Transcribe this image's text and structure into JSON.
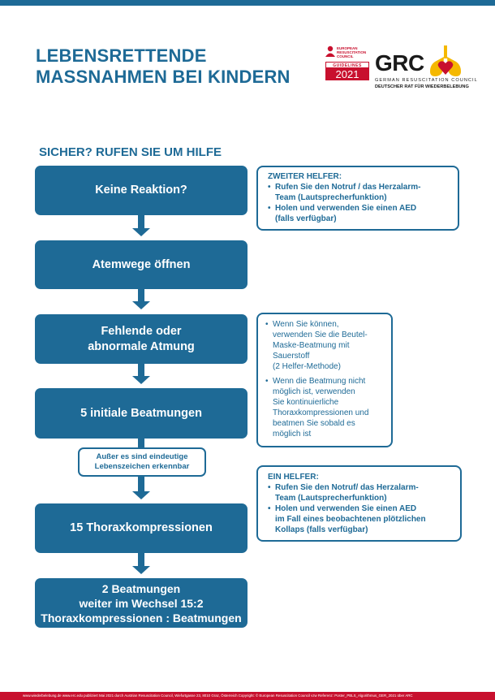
{
  "title": {
    "line1": "LEBENSRETTENDE",
    "line2": "MASSNAHMEN BEI KINDERN"
  },
  "logos": {
    "erc": {
      "line1": "EUROPEAN",
      "line2": "RESUSCITATION",
      "line3": "COUNCIL",
      "guidelines": "GUIDELINES",
      "year": "2021"
    },
    "grc": {
      "wordmark": "GRC",
      "subtitle1": "GERMAN RESUSCITATION COUNCIL",
      "subtitle2": "DEUTSCHER RAT FÜR WIEDERBELEBUNG"
    }
  },
  "subtitle": "SICHER? RUFEN SIE UM HILFE",
  "steps": [
    {
      "lines": [
        "Keine Reaktion?"
      ]
    },
    {
      "lines": [
        "Atemwege öffnen"
      ]
    },
    {
      "lines": [
        "Fehlende oder",
        "abnormale Atmung"
      ]
    },
    {
      "lines": [
        "5 initiale Beatmungen"
      ]
    },
    {
      "lines": [
        "15 Thoraxkompressionen"
      ]
    },
    {
      "lines": [
        "2 Beatmungen",
        "weiter im Wechsel 15:2",
        "Thoraxkompressionen : Beatmungen"
      ]
    }
  ],
  "note": {
    "line1": "Außer es sind eindeutige",
    "line2": "Lebenszeichen erkennbar"
  },
  "side_boxes": {
    "second_helper": {
      "heading": "ZWEITER HELFER:",
      "items": [
        [
          "Rufen Sie den Notruf / das Herzalarm-",
          "Team (Lautsprecherfunktion)"
        ],
        [
          "Holen und verwenden Sie einen AED",
          "(falls verfügbar)"
        ]
      ]
    },
    "ventilation": {
      "items": [
        [
          "Wenn Sie können,",
          "verwenden Sie die Beutel-",
          "Maske-Beatmung mit",
          "Sauerstoff",
          "(2 Helfer-Methode)"
        ],
        [
          "Wenn die Beatmung nicht",
          "möglich ist, verwenden",
          "Sie kontinuierliche",
          "Thoraxkompressionen und",
          "beatmen Sie sobald es",
          "möglich ist"
        ]
      ]
    },
    "single_helper": {
      "heading": "EIN HELFER:",
      "items": [
        [
          "Rufen Sie den Notruf/ das Herzalarm-",
          "Team (Lautsprecherfunktion)"
        ],
        [
          "Holen und verwenden Sie einen AED",
          "im Fall eines beobachtenen plötzlichen",
          "Kollaps (falls verfügbar)"
        ]
      ]
    }
  },
  "footer": "www.wiederbelebung.de  www.erc.edu    publiziert Mai 2021 durch Austrian Resuscitation Council, Wiefurtgasse 23, 8010 Graz, Österreich    Copyright: © European Resuscitation Council vzw Referenz: Poster_PBLS_Algorithmus_GER_2021 über ARC",
  "colors": {
    "primary_blue": "#1e6a96",
    "accent_red": "#c8102e",
    "heart_yellow": "#f5b800"
  }
}
